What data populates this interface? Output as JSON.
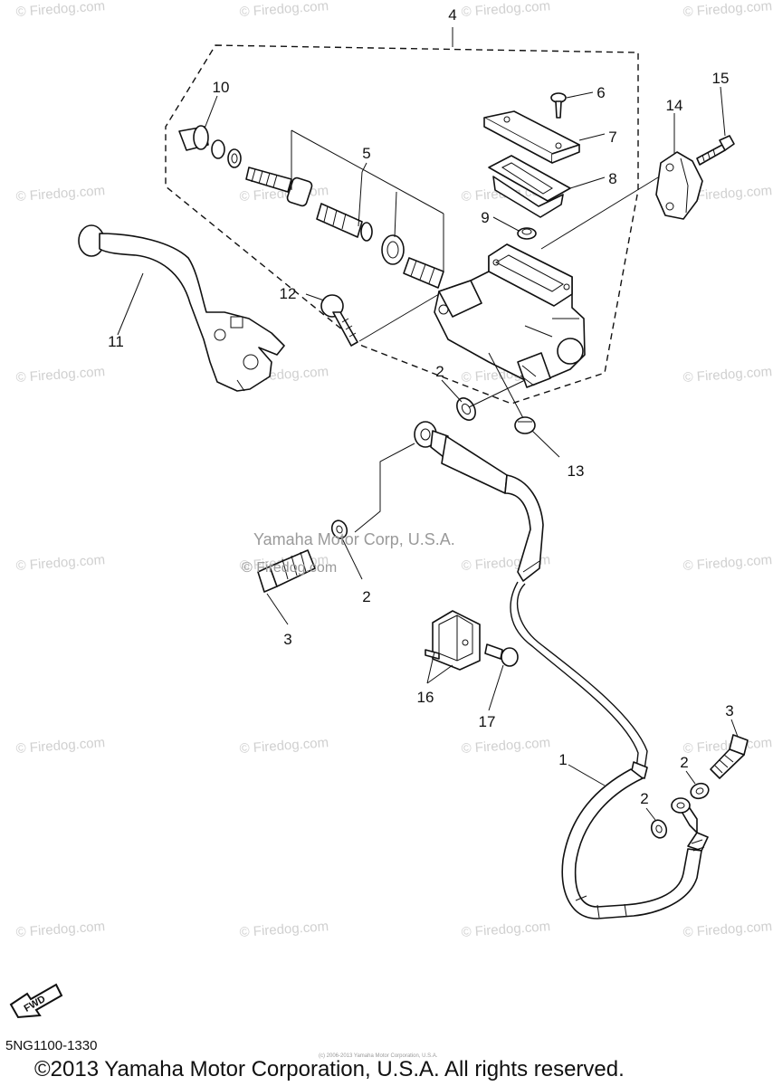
{
  "watermark_text": "© Firedog.com",
  "center_watermark": "Yamaha Motor Corp, U.S.A.",
  "center_watermark_site": "© Firedog.com",
  "part_labels": {
    "p1": "1",
    "p2a": "2",
    "p2b": "2",
    "p2c": "2",
    "p2d": "2",
    "p3a": "3",
    "p3b": "3",
    "p4": "4",
    "p5": "5",
    "p6": "6",
    "p7": "7",
    "p8": "8",
    "p9": "9",
    "p10": "10",
    "p11": "11",
    "p12": "12",
    "p13": "13",
    "p14": "14",
    "p15": "15",
    "p16": "16",
    "p17": "17"
  },
  "fwd_label": "FWD",
  "diagram_code": "5NG1100-1330",
  "small_print": "(c) 2006-2013 Yamaha Motor Corporation, U.S.A.",
  "copyright": "©2013 Yamaha Motor Corporation, U.S.A. All rights reserved."
}
